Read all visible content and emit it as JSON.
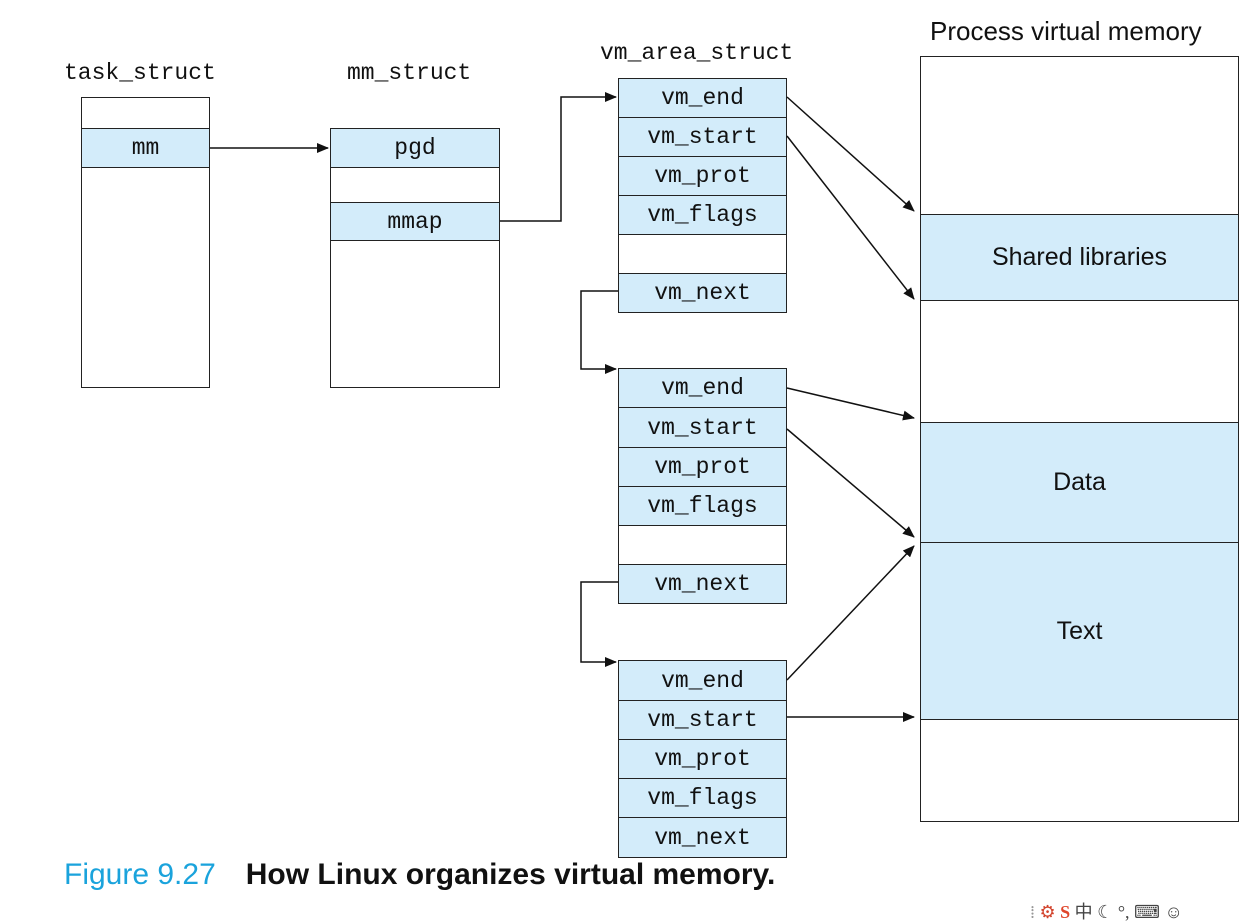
{
  "task_struct": {
    "title": "task_struct",
    "fields": [
      "mm"
    ]
  },
  "mm_struct": {
    "title": "mm_struct",
    "fields": [
      "pgd",
      "mmap"
    ]
  },
  "vm_area_struct": {
    "title": "vm_area_struct",
    "areas": [
      {
        "fields": [
          "vm_end",
          "vm_start",
          "vm_prot",
          "vm_flags",
          "vm_next"
        ]
      },
      {
        "fields": [
          "vm_end",
          "vm_start",
          "vm_prot",
          "vm_flags",
          "vm_next"
        ]
      },
      {
        "fields": [
          "vm_end",
          "vm_start",
          "vm_prot",
          "vm_flags",
          "vm_next"
        ]
      }
    ]
  },
  "process_memory": {
    "title": "Process virtual memory",
    "regions": [
      "Shared libraries",
      "Data",
      "Text"
    ]
  },
  "caption": {
    "number": "Figure 9.27",
    "text": "How Linux organizes virtual memory."
  },
  "colors": {
    "fill": "#d3ecfa",
    "caption_number": "#1aa3dc"
  }
}
